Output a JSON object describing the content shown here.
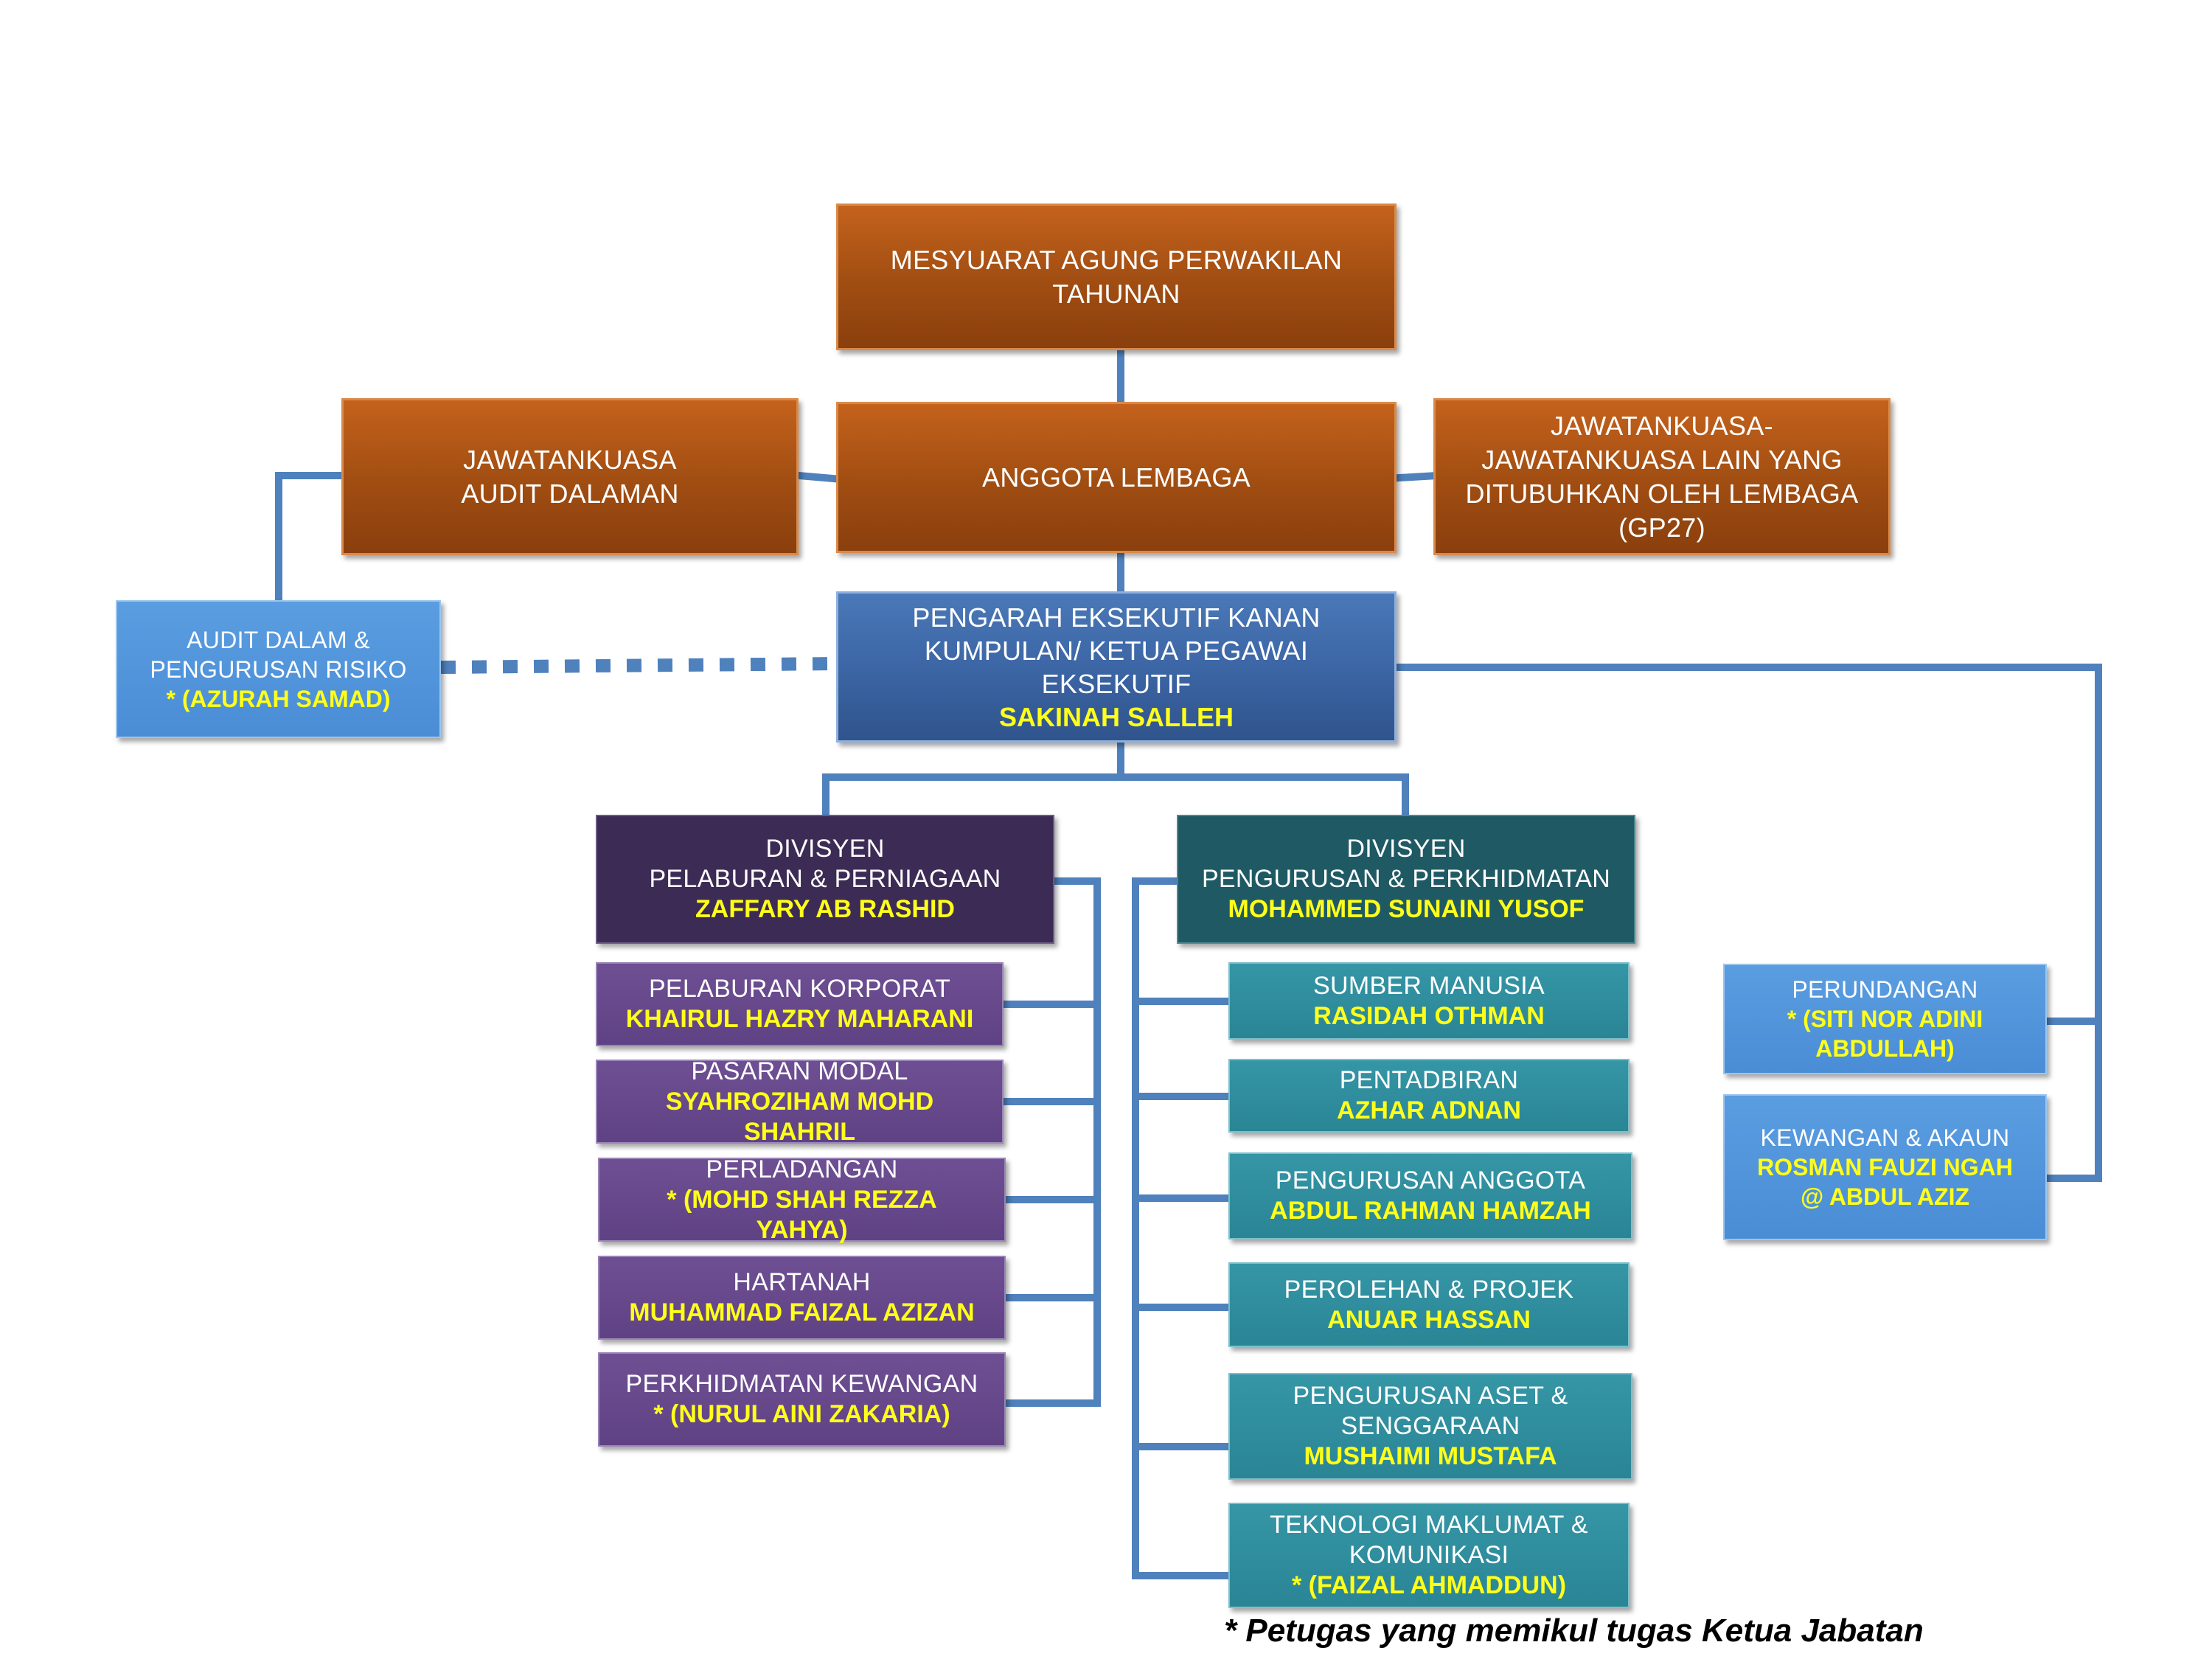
{
  "top": {
    "agm": [
      "MESYUARAT AGUNG PERWAKILAN",
      "TAHUNAN"
    ],
    "board": "ANGGOTA LEMBAGA",
    "audit_committee": [
      "JAWATANKUASA",
      "AUDIT DALAMAN"
    ],
    "other_committees": [
      "JAWATANKUASA-",
      "JAWATANKUASA LAIN YANG",
      "DITUBUHKAN OLEH LEMBAGA",
      "(GP27)"
    ]
  },
  "ceo": {
    "title": [
      "PENGARAH EKSEKUTIF KANAN",
      "KUMPULAN/ KETUA PEGAWAI",
      "EKSEKUTIF"
    ],
    "name": "SAKINAH SALLEH"
  },
  "internal_audit": {
    "title": [
      "AUDIT DALAM &",
      "PENGURUSAN RISIKO"
    ],
    "name": "* (AZURAH SAMAD)"
  },
  "division_investment": {
    "title": [
      "DIVISYEN",
      "PELABURAN & PERNIAGAAN"
    ],
    "head": "ZAFFARY AB RASHID",
    "units": [
      {
        "title": [
          "PELABURAN KORPORAT"
        ],
        "name": [
          "KHAIRUL HAZRY MAHARANI"
        ]
      },
      {
        "title": [
          "PASARAN MODAL"
        ],
        "name": [
          "SYAHROZIHAM MOHD",
          "SHAHRIL"
        ]
      },
      {
        "title": [
          "PERLADANGAN"
        ],
        "name": [
          "* (MOHD SHAH REZZA",
          "YAHYA)"
        ]
      },
      {
        "title": [
          "HARTANAH"
        ],
        "name": [
          "MUHAMMAD FAIZAL AZIZAN"
        ]
      },
      {
        "title": [
          "PERKHIDMATAN KEWANGAN"
        ],
        "name": [
          "* (NURUL AINI ZAKARIA)"
        ]
      }
    ]
  },
  "division_management": {
    "title": [
      "DIVISYEN",
      "PENGURUSAN & PERKHIDMATAN"
    ],
    "head": "MOHAMMED SUNAINI YUSOF",
    "units": [
      {
        "title": [
          "SUMBER MANUSIA"
        ],
        "name": [
          "RASIDAH OTHMAN"
        ]
      },
      {
        "title": [
          "PENTADBIRAN"
        ],
        "name": [
          "AZHAR ADNAN"
        ]
      },
      {
        "title": [
          "PENGURUSAN ANGGOTA"
        ],
        "name": [
          "ABDUL RAHMAN HAMZAH"
        ]
      },
      {
        "title": [
          "PEROLEHAN & PROJEK"
        ],
        "name": [
          "ANUAR HASSAN"
        ]
      },
      {
        "title": [
          "PENGURUSAN ASET &",
          "SENGGARAAN"
        ],
        "name": [
          "MUSHAIMI MUSTAFA"
        ]
      },
      {
        "title": [
          "TEKNOLOGI MAKLUMAT &",
          "KOMUNIKASI"
        ],
        "name": [
          "* (FAIZAL AHMADDUN)"
        ]
      }
    ]
  },
  "direct_units": [
    {
      "title": [
        "PERUNDANGAN"
      ],
      "name": [
        "* (SITI NOR ADINI",
        "ABDULLAH)"
      ]
    },
    {
      "title": [
        "KEWANGAN & AKAUN"
      ],
      "name": [
        "ROSMAN FAUZI NGAH",
        "@ ABDUL AZIZ"
      ]
    }
  ],
  "footnote": "* Petugas yang memikul tugas Ketua Jabatan",
  "colors": {
    "top_box": "#a04d12",
    "ceo_box": "#3b64a3",
    "support_box": "#4a8dd6",
    "division_investment": "#3c2c55",
    "unit_investment": "#5f4284",
    "division_management": "#1f5a64",
    "unit_management": "#2a8595",
    "connector": "#4f81bd",
    "name_text": "#ffff1a"
  }
}
